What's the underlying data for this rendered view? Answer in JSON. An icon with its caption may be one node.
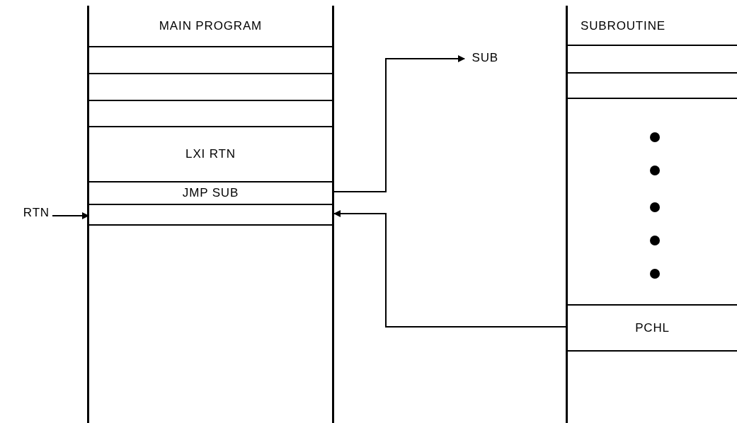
{
  "diagram": {
    "nodes": [
      {
        "text": [
          "MAIN PROGRAM"
        ]
      },
      {
        "text": [],
        "shape": "box",
        "in": 0
      },
      {
        "text": [],
        "shape": "box",
        "in": 0
      },
      {
        "text": [],
        "shape": "box",
        "in": 0
      },
      {
        "text": [
          "LXI RTN"
        ],
        "in": 0
      },
      {
        "text": [
          "JMP SUB"
        ],
        "in": 0
      },
      {
        "text": [],
        "shape": "box",
        "in": 0
      },
      {
        "text": [
          "RTN"
        ]
      },
      {
        "text": [
          "SUB"
        ]
      },
      {
        "text": [
          "SUBROUTINE"
        ]
      },
      {
        "text": [],
        "shape": "box",
        "in": 9
      },
      {
        "text": [],
        "shape": "box",
        "in": 9
      },
      {
        "text": [
          "PCHL"
        ],
        "in": 9
      }
    ],
    "edges": [
      {
        "from": 7,
        "to": 6,
        "arrow": "to"
      },
      {
        "from": 5,
        "to": 8,
        "arrow": "to"
      },
      {
        "from": 12,
        "to": 6,
        "arrow": "to"
      }
    ]
  }
}
